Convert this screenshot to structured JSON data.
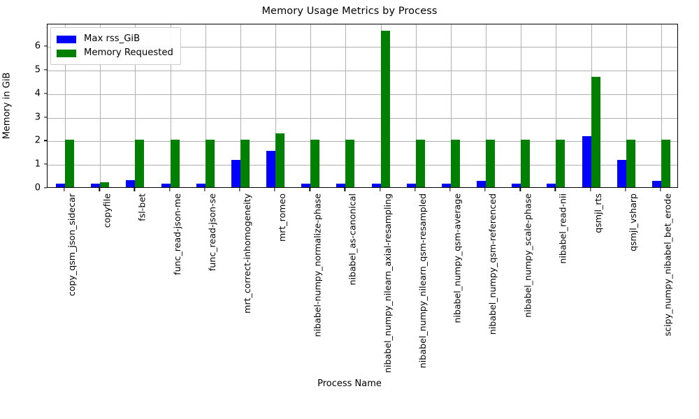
{
  "chart_data": {
    "type": "bar",
    "title": "Memory Usage Metrics by Process",
    "xlabel": "Process Name",
    "ylabel": "Memory in GiB",
    "ylim": [
      0,
      6.95
    ],
    "yticks": [
      0,
      1,
      2,
      3,
      4,
      5,
      6
    ],
    "grid": true,
    "legend_position": "upper left",
    "categories": [
      "copy_qsm_json_sidecar",
      "copyfile",
      "fsl-bet",
      "func_read-json-me",
      "func_read-json-se",
      "mrt_correct-inhomogeneity",
      "mrt_romeo",
      "nibabel-numpy_normalize-phase",
      "nibabel_as-canonical",
      "nibabel_numpy_nilearn_axial-resampling",
      "nibabel_numpy_nilearn_qsm-resampled",
      "nibabel_numpy_qsm-average",
      "nibabel_numpy_qsm-referenced",
      "nibabel_numpy_scale-phase",
      "nibabel_read-nii",
      "qsmjl_rts",
      "qsmjl_vsharp",
      "scipy_numpy_nibabel_bet_erode"
    ],
    "series": [
      {
        "name": "Max rss_GiB",
        "color": "#0000ff",
        "values": [
          0.15,
          0.15,
          0.3,
          0.15,
          0.15,
          1.15,
          1.54,
          0.15,
          0.15,
          0.15,
          0.15,
          0.15,
          0.26,
          0.15,
          0.14,
          2.15,
          1.15,
          0.26
        ]
      },
      {
        "name": "Memory Requested",
        "color": "#008000",
        "values": [
          2.0,
          0.22,
          2.0,
          2.0,
          2.0,
          2.0,
          2.27,
          2.0,
          2.0,
          6.63,
          2.0,
          2.0,
          2.0,
          2.0,
          2.0,
          4.68,
          2.0,
          2.0
        ]
      }
    ]
  },
  "legend": {
    "entries": [
      {
        "label": "Max rss_GiB",
        "color": "#0000ff"
      },
      {
        "label": "Memory Requested",
        "color": "#008000"
      }
    ]
  }
}
